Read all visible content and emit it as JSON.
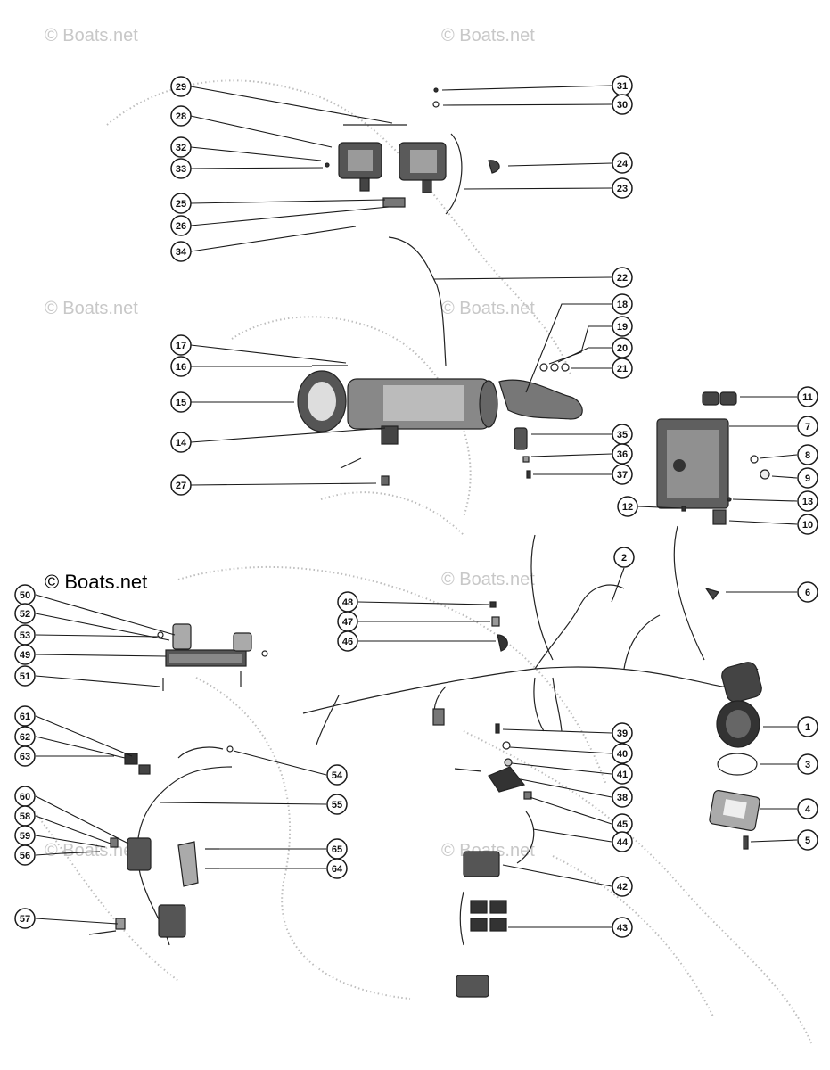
{
  "watermarks": {
    "faint": "© Boats.net",
    "primary": "© Boats.net"
  },
  "callouts": [
    {
      "num": "29"
    },
    {
      "num": "28"
    },
    {
      "num": "32"
    },
    {
      "num": "33"
    },
    {
      "num": "25"
    },
    {
      "num": "26"
    },
    {
      "num": "34"
    },
    {
      "num": "31"
    },
    {
      "num": "30"
    },
    {
      "num": "24"
    },
    {
      "num": "23"
    },
    {
      "num": "22"
    },
    {
      "num": "18"
    },
    {
      "num": "17"
    },
    {
      "num": "16"
    },
    {
      "num": "15"
    },
    {
      "num": "14"
    },
    {
      "num": "27"
    },
    {
      "num": "19"
    },
    {
      "num": "20"
    },
    {
      "num": "21"
    },
    {
      "num": "35"
    },
    {
      "num": "36"
    },
    {
      "num": "37"
    },
    {
      "num": "11"
    },
    {
      "num": "7"
    },
    {
      "num": "8"
    },
    {
      "num": "9"
    },
    {
      "num": "13"
    },
    {
      "num": "10"
    },
    {
      "num": "12"
    },
    {
      "num": "2"
    },
    {
      "num": "6"
    },
    {
      "num": "1"
    },
    {
      "num": "3"
    },
    {
      "num": "4"
    },
    {
      "num": "5"
    },
    {
      "num": "50"
    },
    {
      "num": "52"
    },
    {
      "num": "53"
    },
    {
      "num": "49"
    },
    {
      "num": "51"
    },
    {
      "num": "61"
    },
    {
      "num": "62"
    },
    {
      "num": "63"
    },
    {
      "num": "60"
    },
    {
      "num": "58"
    },
    {
      "num": "59"
    },
    {
      "num": "56"
    },
    {
      "num": "57"
    },
    {
      "num": "48"
    },
    {
      "num": "47"
    },
    {
      "num": "46"
    },
    {
      "num": "54"
    },
    {
      "num": "55"
    },
    {
      "num": "65"
    },
    {
      "num": "64"
    },
    {
      "num": "39"
    },
    {
      "num": "40"
    },
    {
      "num": "41"
    },
    {
      "num": "38"
    },
    {
      "num": "45"
    },
    {
      "num": "44"
    },
    {
      "num": "42"
    },
    {
      "num": "43"
    }
  ]
}
